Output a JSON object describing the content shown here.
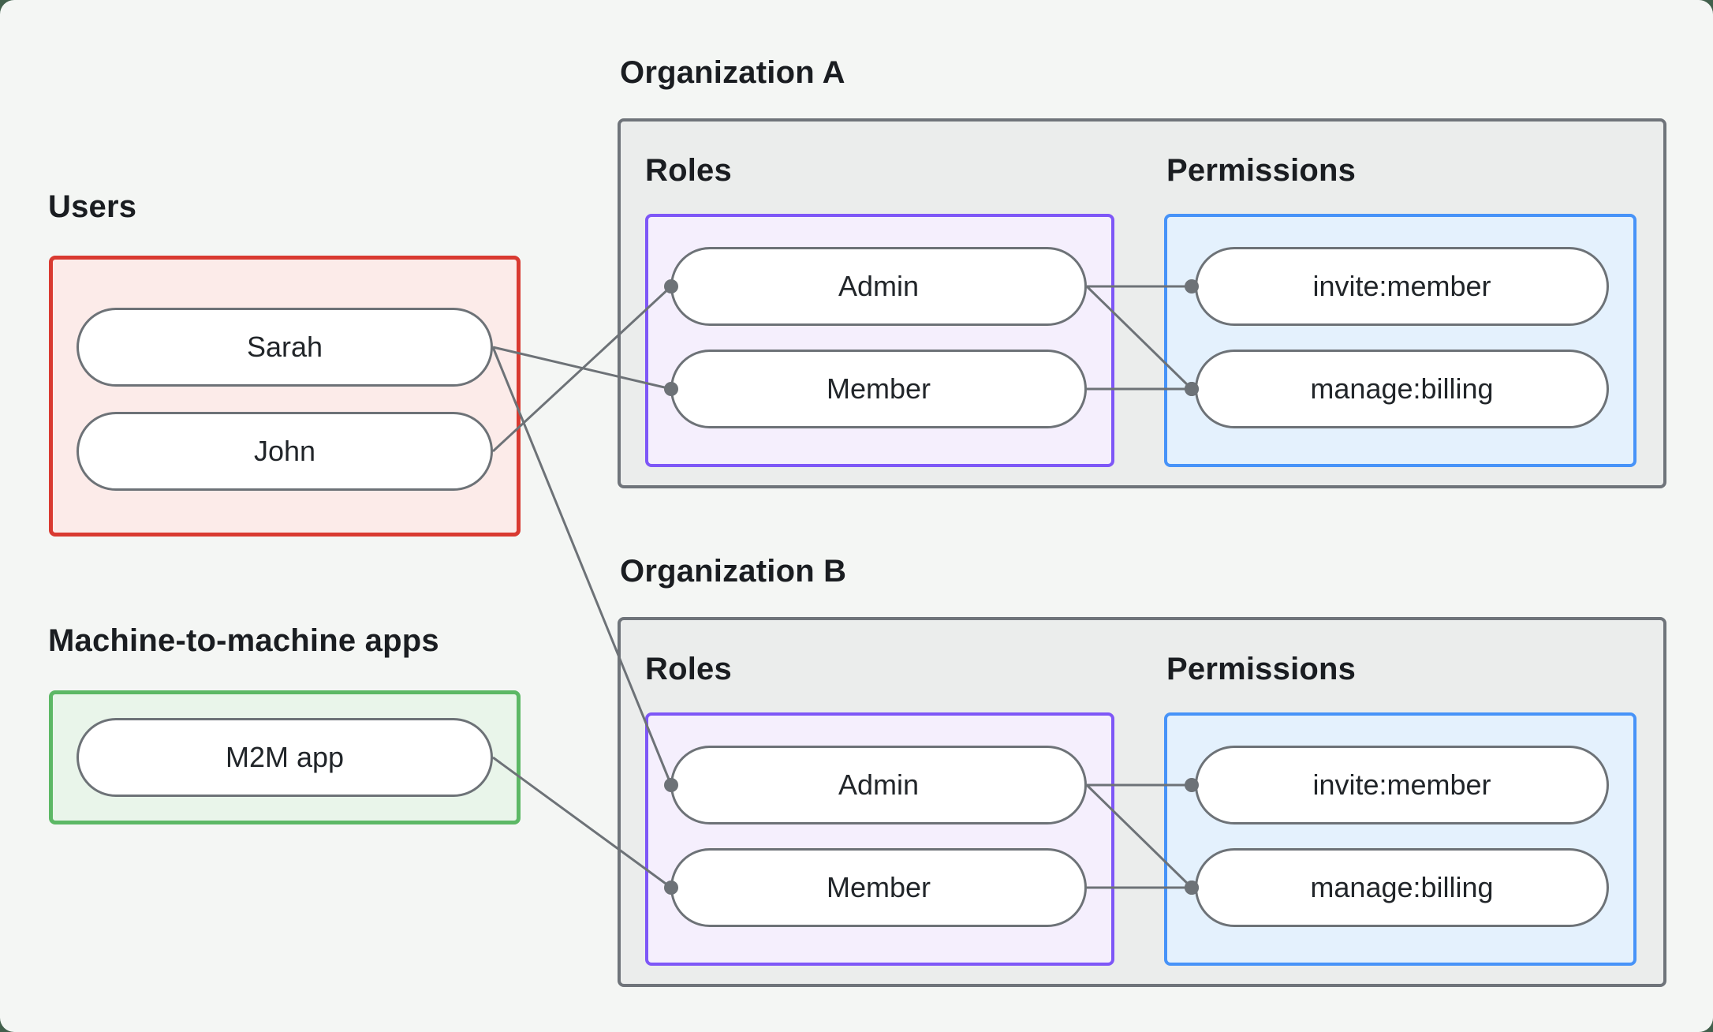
{
  "sections": {
    "users": {
      "label": "Users",
      "items": [
        {
          "id": "sarah",
          "label": "Sarah"
        },
        {
          "id": "john",
          "label": "John"
        }
      ]
    },
    "m2m": {
      "label": "Machine-to-machine apps",
      "items": [
        {
          "id": "m2m_app",
          "label": "M2M app"
        }
      ]
    }
  },
  "organizations": [
    {
      "id": "org_a",
      "name": "Organization A",
      "roles_label": "Roles",
      "permissions_label": "Permissions",
      "roles": [
        {
          "id": "admin",
          "label": "Admin"
        },
        {
          "id": "member",
          "label": "Member"
        }
      ],
      "permissions": [
        {
          "id": "invite",
          "label": "invite:member"
        },
        {
          "id": "manage",
          "label": "manage:billing"
        }
      ]
    },
    {
      "id": "org_b",
      "name": "Organization B",
      "roles_label": "Roles",
      "permissions_label": "Permissions",
      "roles": [
        {
          "id": "admin",
          "label": "Admin"
        },
        {
          "id": "member",
          "label": "Member"
        }
      ],
      "permissions": [
        {
          "id": "invite",
          "label": "invite:member"
        },
        {
          "id": "manage",
          "label": "manage:billing"
        }
      ]
    }
  ],
  "connections": [
    {
      "from": "sarah",
      "to": "org_a.member"
    },
    {
      "from": "john",
      "to": "org_a.admin"
    },
    {
      "from": "sarah",
      "to": "org_b.admin"
    },
    {
      "from": "m2m_app",
      "to": "org_b.member"
    },
    {
      "from": "org_a.admin",
      "to": "org_a.invite"
    },
    {
      "from": "org_a.admin",
      "to": "org_a.manage"
    },
    {
      "from": "org_a.member",
      "to": "org_a.manage"
    },
    {
      "from": "org_b.admin",
      "to": "org_b.invite"
    },
    {
      "from": "org_b.admin",
      "to": "org_b.manage"
    },
    {
      "from": "org_b.member",
      "to": "org_b.manage"
    }
  ],
  "colors": {
    "page_bg": "#f4f6f4",
    "page_outside": "#42604c",
    "org_bg": "#ebedec",
    "org_border": "#6f747a",
    "users_bg": "#fcebe9",
    "users_border": "#d93a31",
    "m2m_bg": "#e9f5ea",
    "m2m_border": "#5cb865",
    "roles_bg": "#f5effd",
    "roles_border": "#7e57f7",
    "perms_bg": "#e4f1fd",
    "perms_border": "#4793f8",
    "line_color": "#6d7277",
    "text_color": "#1a1d21"
  }
}
